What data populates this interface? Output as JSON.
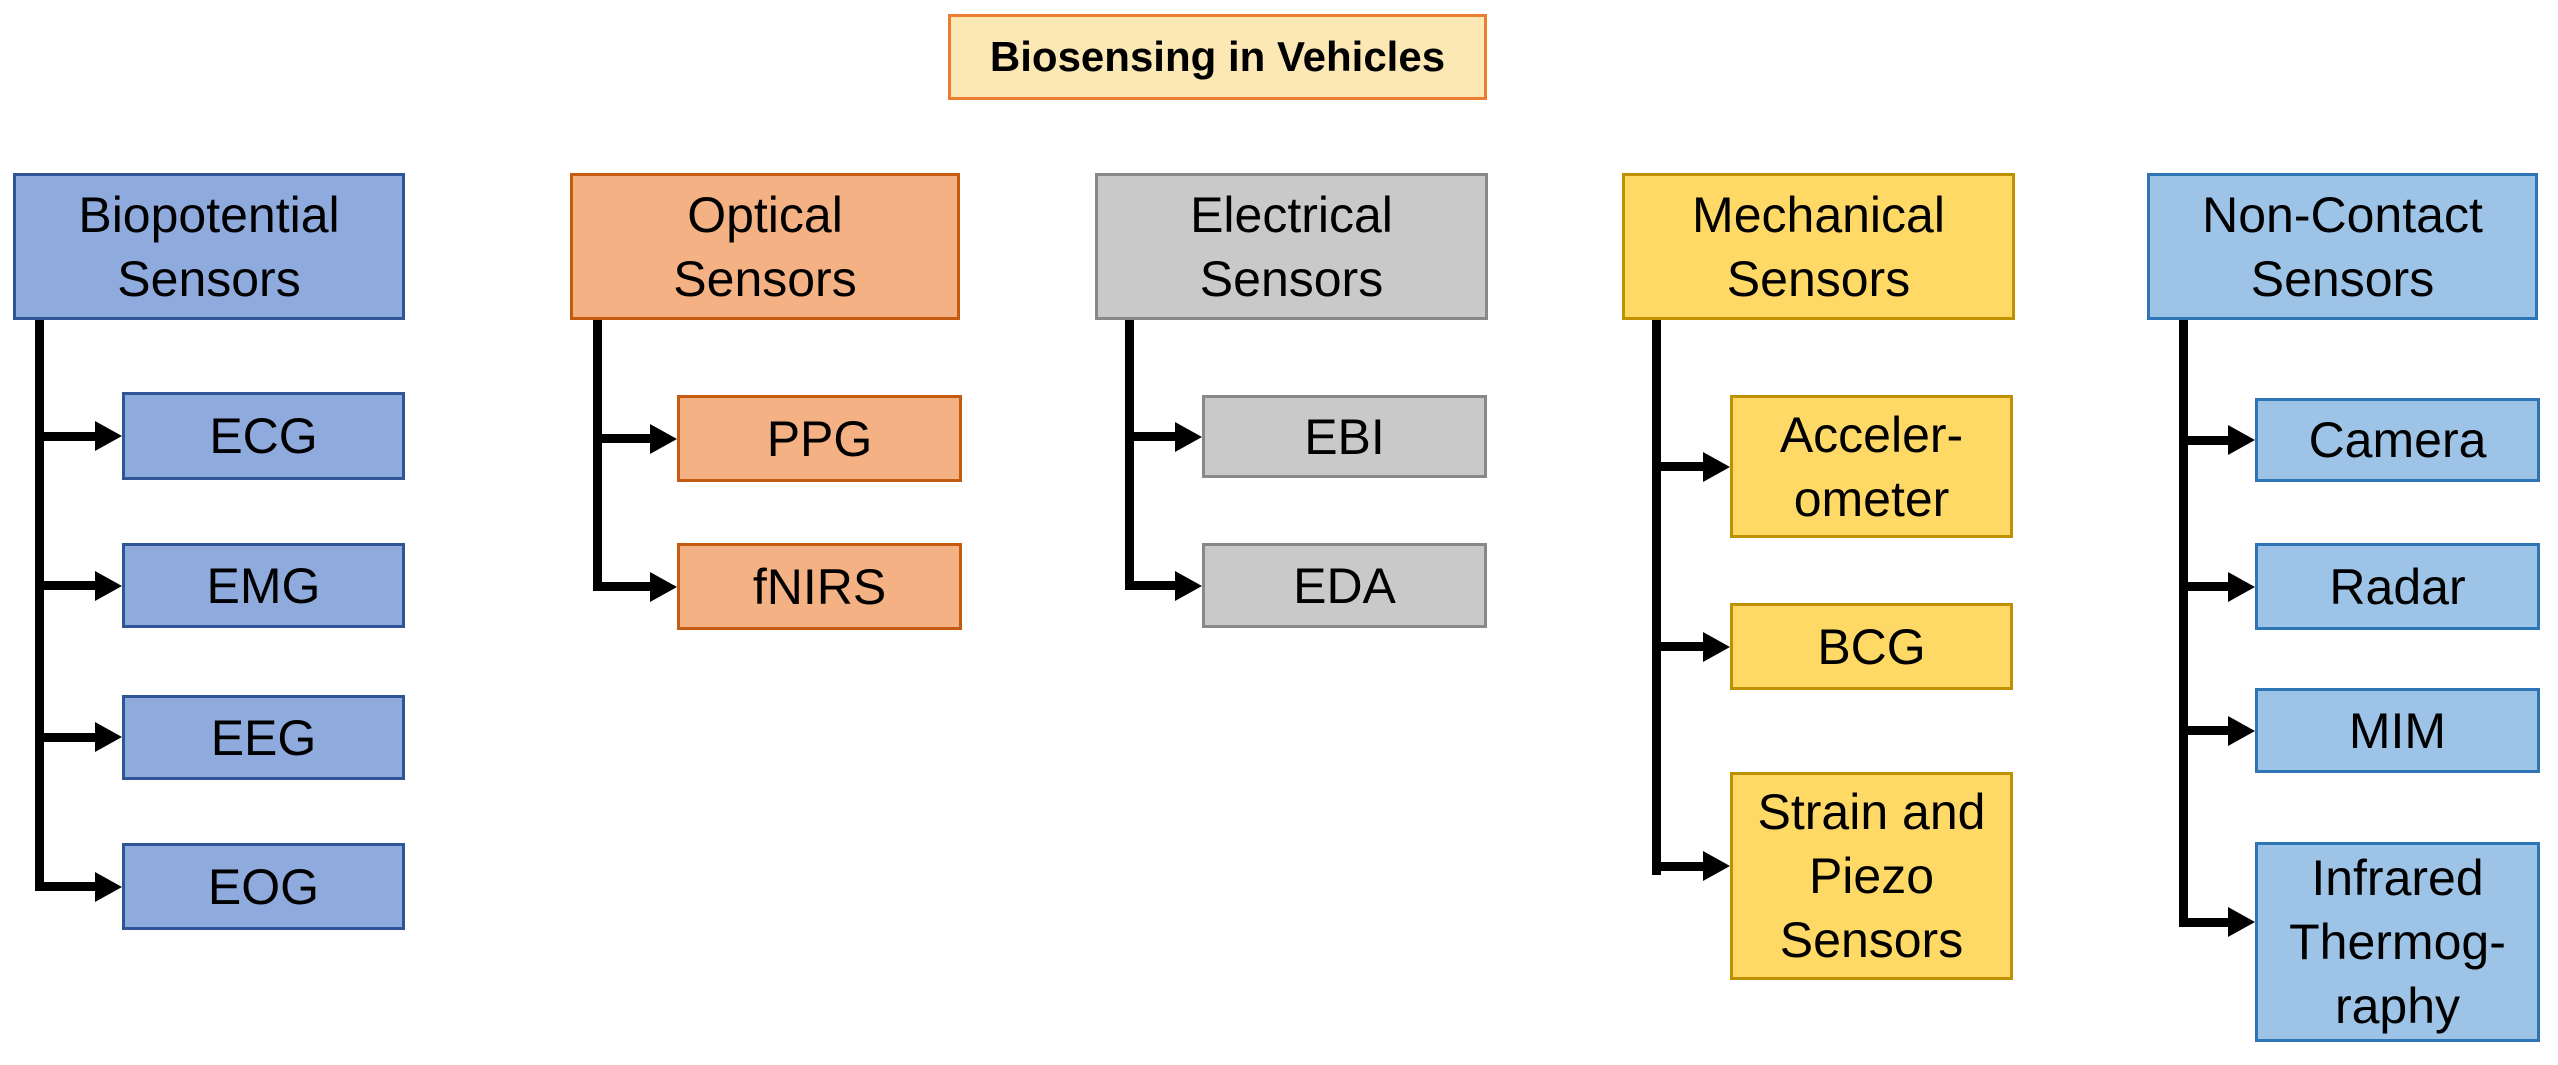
{
  "title": {
    "text": "Biosensing in Vehicles",
    "fill": "#FCE8B4",
    "border": "#ED7D31"
  },
  "connector": {
    "color": "#000000",
    "arrow_icon": "arrow-right-icon"
  },
  "columns": [
    {
      "header": "Biopotential\nSensors",
      "fill": "#8FAADC",
      "border": "#2F5597",
      "children": [
        "ECG",
        "EMG",
        "EEG",
        "EOG"
      ]
    },
    {
      "header": "Optical\nSensors",
      "fill": "#F4B183",
      "border": "#C55A11",
      "children": [
        "PPG",
        "fNIRS"
      ]
    },
    {
      "header": "Electrical\nSensors",
      "fill": "#C9C9C9",
      "border": "#888888",
      "children": [
        "EBI",
        "EDA"
      ]
    },
    {
      "header": "Mechanical\nSensors",
      "fill": "#FFD966",
      "border": "#BF9000",
      "children": [
        "Acceler-\nometer",
        "BCG",
        "Strain and\nPiezo\nSensors"
      ]
    },
    {
      "header": "Non-Contact\nSensors",
      "fill": "#9DC3E6",
      "border": "#2E75B6",
      "children": [
        "Camera",
        "Radar",
        "MIM",
        "Infrared\nThermog-\nraphy"
      ]
    }
  ]
}
